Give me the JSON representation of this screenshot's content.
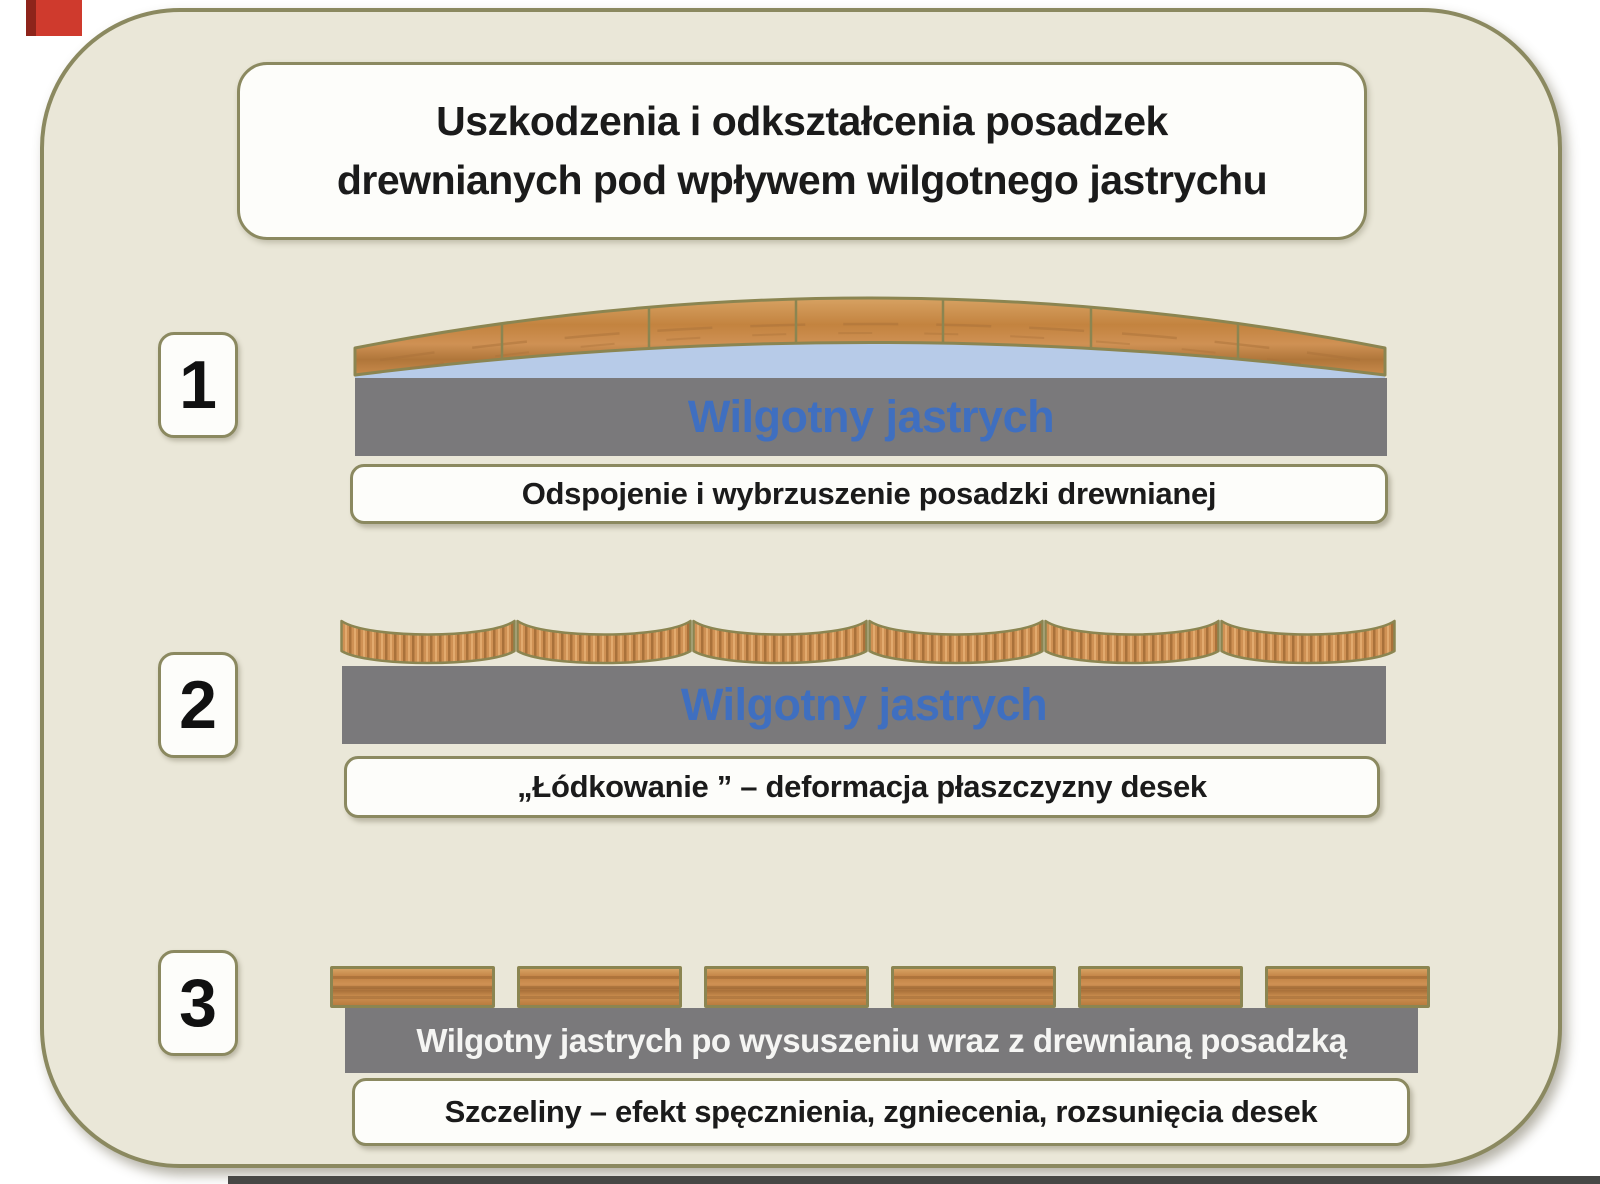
{
  "title": {
    "line1": "Uszkodzenia i odkształcenia posadzek",
    "line2": "drewnianych pod wpływem wilgotnego jastrychu"
  },
  "sections": [
    {
      "number": "1",
      "layer_label": "Wilgotny jastrych",
      "caption": "Odspojenie i wybrzuszenie posadzki drewnianej",
      "diagram": "bowed-wood-floor-over-wet-screed"
    },
    {
      "number": "2",
      "layer_label": "Wilgotny jastrych",
      "caption": "„Łódkowanie ” – deformacja płaszczyzny desek",
      "diagram": "cupped-boards-over-wet-screed"
    },
    {
      "number": "3",
      "layer_label": "Wilgotny jastrych po wysuszeniu wraz z drewnianą posadzką",
      "caption": "Szczeliny – efekt spęcznienia, zgniecenia, rozsunięcia desek",
      "diagram": "separated-boards-with-gaps"
    }
  ],
  "colors": {
    "page_bg": "#ffffff",
    "panel_bg": "#eae7d8",
    "panel_border": "#8b8960",
    "box_bg": "#fdfdfa",
    "text_dark": "#1b1b1b",
    "screed_gray": "#7a797b",
    "screed_label_blue": "#3f6fc0",
    "screed_label_white": "#f5f5f3",
    "wood_base": "#cf9154",
    "wood_dark": "#a9713a",
    "wood_light": "#e2aa6e",
    "wood_edge": "#8b8551",
    "gap_blue": "#b7cbe8",
    "red_mark": "#cf3a2d",
    "bottom_strip": "#474745"
  }
}
